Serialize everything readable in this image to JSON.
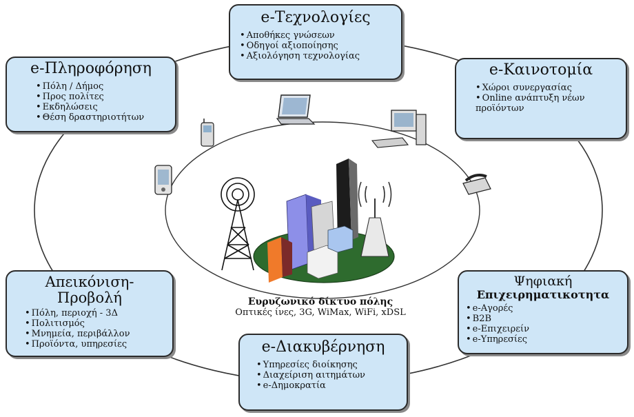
{
  "boxes": {
    "tech": {
      "title": "e-Τεχνολογίες",
      "items": [
        "Αποθήκες γνώσεων",
        "Οδηγοί αξιοποίησης",
        "Αξιολόγηση τεχνολογίας"
      ]
    },
    "info": {
      "title": "e-Πληροφόρηση",
      "items": [
        "Πόλη / Δήμος",
        "Προς πολίτες",
        "Εκδηλώσεις",
        "Θέση δραστηριοτήτων"
      ]
    },
    "innov": {
      "title": "e-Καινοτομία",
      "items": [
        "Χώροι συνεργασίας",
        "Online ανάπτυξη νέων",
        "προϊόντων"
      ]
    },
    "vis": {
      "title_line1": "Απεικόνιση-",
      "title_line2": "Προβολή",
      "items": [
        "Πόλη, περιοχή - 3Δ",
        "Πολιτισμός",
        "Μνημεία, περιβάλλον",
        "Προϊόντα, υπηρεσίες"
      ]
    },
    "biz": {
      "title_line1": "Ψηφιακή",
      "title_line2": "Επιχειρηματικοτητα",
      "items": [
        "e-Αγορές",
        "B2B",
        "e-Επιχειρείν",
        "e-Υπηρεσίες"
      ]
    },
    "gov": {
      "title": "e-Διακυβέρνηση",
      "items": [
        "Υπηρεσίες διοίκησης",
        "Διαχείριση αιτημάτων",
        "e-Δημοκρατία"
      ]
    }
  },
  "center": {
    "title": "Ευρυζωνικό δίκτυο πόλης",
    "subtitle": "Οπτικές ίνες, 3G, WiMax, WiFi, xDSL"
  },
  "colors": {
    "box_fill": "#cfe6f7",
    "box_border": "#2a2a2a",
    "ring": "#333333",
    "ground": "#2e6b2e"
  }
}
